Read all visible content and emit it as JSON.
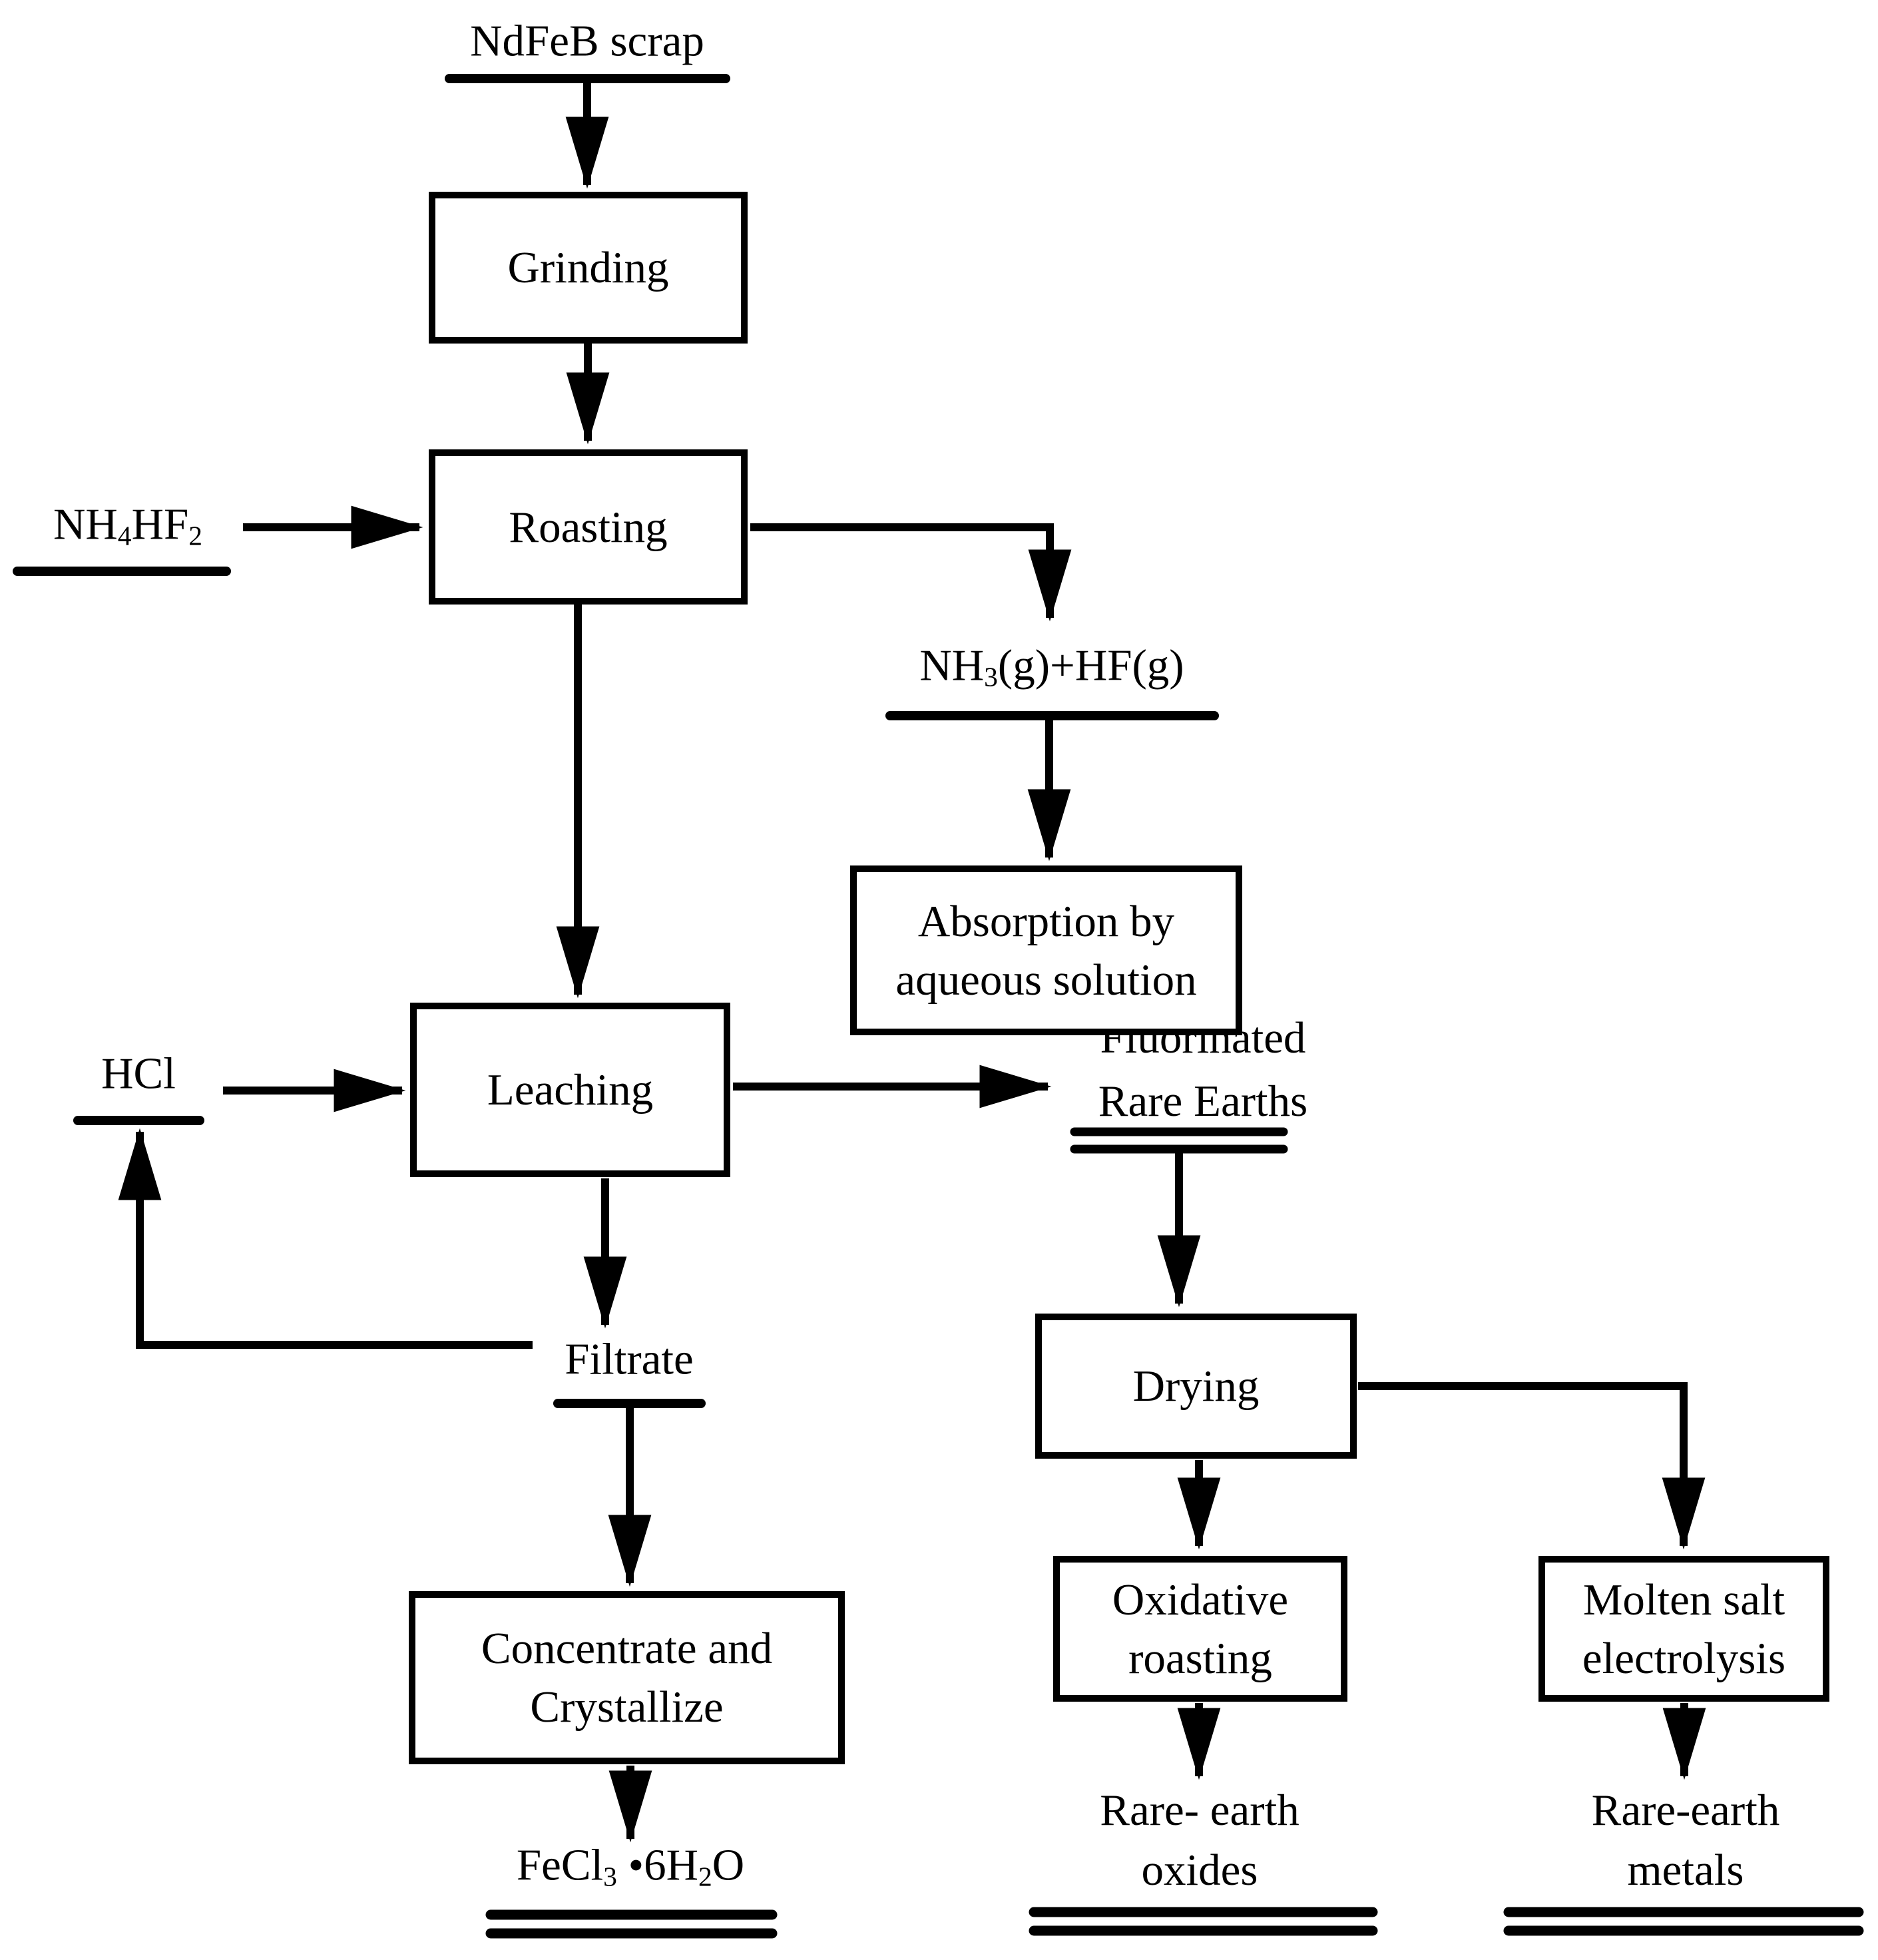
{
  "colors": {
    "ink": "#000000",
    "background": "#ffffff"
  },
  "boxes": {
    "grinding": {
      "label": "Grinding"
    },
    "roasting": {
      "label": "Roasting"
    },
    "absorption": {
      "line1": "Absorption by",
      "line2": "aqueous solution"
    },
    "leaching": {
      "label": "Leaching"
    },
    "concentrate": {
      "line1": "Concentrate and",
      "line2": "Crystallize"
    },
    "drying": {
      "label": "Drying"
    },
    "oxidative_roasting": {
      "line1": "Oxidative",
      "line2": "roasting"
    },
    "molten_salt": {
      "line1": "Molten salt",
      "line2": "electrolysis"
    }
  },
  "labels": {
    "ndfeb_scrap": {
      "text": "NdFeB scrap"
    },
    "nh4hf2": {
      "html": "NH<sub>4</sub>HF<sub>2</sub>"
    },
    "nh3_hf": {
      "html": "NH<sub>3</sub>(g)+HF(g)"
    },
    "hcl": {
      "text": "HCl"
    },
    "filtrate": {
      "text": "Filtrate"
    },
    "fecl3_6h2o": {
      "html": "FeCl<sub>3</sub> •6H<sub>2</sub>O"
    },
    "fluorinated_rare_earths": {
      "line1": "Fluorinated",
      "line2": "Rare Earths"
    },
    "rare_earth_oxides": {
      "line1": "Rare- earth",
      "line2": "oxides"
    },
    "rare_earth_metals": {
      "line1": "Rare-earth",
      "line2": "metals"
    }
  }
}
